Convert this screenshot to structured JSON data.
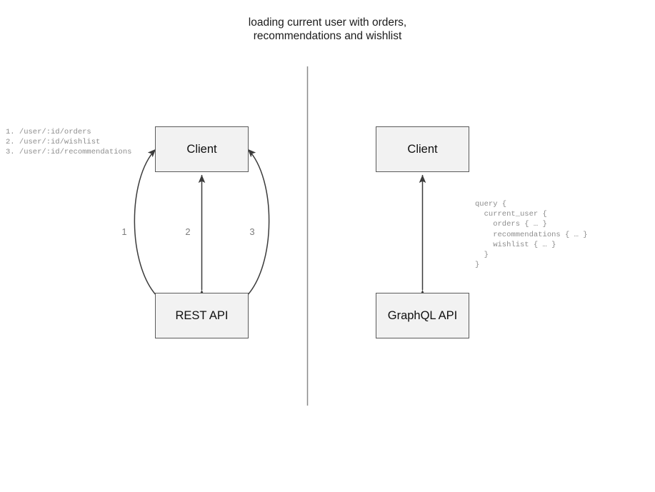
{
  "title": "loading current user with orders,\nrecommendations and wishlist",
  "colors": {
    "node_fill": "#f2f2f2",
    "node_border": "#5b5b5b",
    "edge_stroke": "#3b3b3b",
    "label_text": "#7d7d7d",
    "divider": "#8a8a8a",
    "title_text": "#1b1b1b"
  },
  "left_panel": {
    "nodes": {
      "client": "Client",
      "api": "REST API"
    },
    "endpoints_code": "1. /user/:id/orders\n2. /user/:id/wishlist\n3. /user/:id/recommendations",
    "edge_labels": [
      "1",
      "2",
      "3"
    ]
  },
  "right_panel": {
    "nodes": {
      "client": "Client",
      "api": "GraphQL API"
    },
    "query_code": "query {\n  current_user {\n    orders { … }\n    recommendations { … }\n    wishlist { … }\n  }\n}"
  },
  "chart_data": {
    "type": "diagram",
    "title": "loading current user with orders, recommendations and wishlist",
    "panels": [
      {
        "name": "REST",
        "nodes": [
          "Client",
          "REST API"
        ],
        "edges": [
          {
            "label": "1",
            "from": "REST API",
            "to": "Client",
            "bidirectional": true,
            "shape": "curve-left",
            "request": "/user/:id/orders"
          },
          {
            "label": "2",
            "from": "REST API",
            "to": "Client",
            "bidirectional": true,
            "shape": "straight",
            "request": "/user/:id/wishlist"
          },
          {
            "label": "3",
            "from": "REST API",
            "to": "Client",
            "bidirectional": true,
            "shape": "curve-right",
            "request": "/user/:id/recommendations"
          }
        ]
      },
      {
        "name": "GraphQL",
        "nodes": [
          "Client",
          "GraphQL API"
        ],
        "edges": [
          {
            "label": "",
            "from": "GraphQL API",
            "to": "Client",
            "bidirectional": true,
            "shape": "straight"
          }
        ]
      }
    ]
  }
}
